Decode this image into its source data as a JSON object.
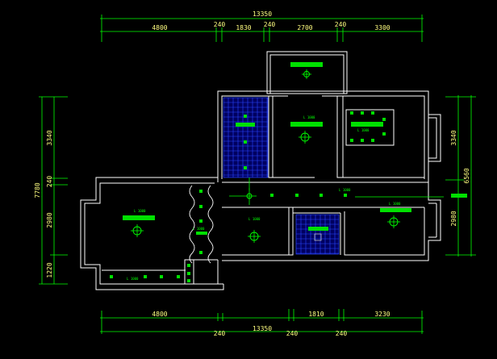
{
  "top_dimensions": {
    "overall": "13350",
    "segments": [
      "4800",
      "240",
      "1830",
      "240",
      "2700",
      "240",
      "3300"
    ]
  },
  "bottom_dimensions": {
    "overall": "13350",
    "segments": [
      "4800",
      "1810",
      "3230"
    ],
    "wall_marks": [
      "240",
      "240",
      "240"
    ]
  },
  "left_dimensions": {
    "overall": "7780",
    "segments": [
      "3340",
      "240",
      "2980",
      "1220"
    ]
  },
  "right_dimensions": {
    "overall": "6560",
    "segments": [
      "3340",
      "2980"
    ]
  },
  "fixture_notes": [
    "L 1000",
    "L 1000",
    "L 1000",
    "L 1000",
    "L 1000",
    "L 1000",
    "L 1000",
    "L 1000"
  ],
  "colors": {
    "background": "#000000",
    "walls": "#ffffff",
    "dimension_lines": "#00ff00",
    "dimension_text": "#ffff80",
    "tiles": "#2a46ff",
    "fixtures": "#00e000"
  }
}
